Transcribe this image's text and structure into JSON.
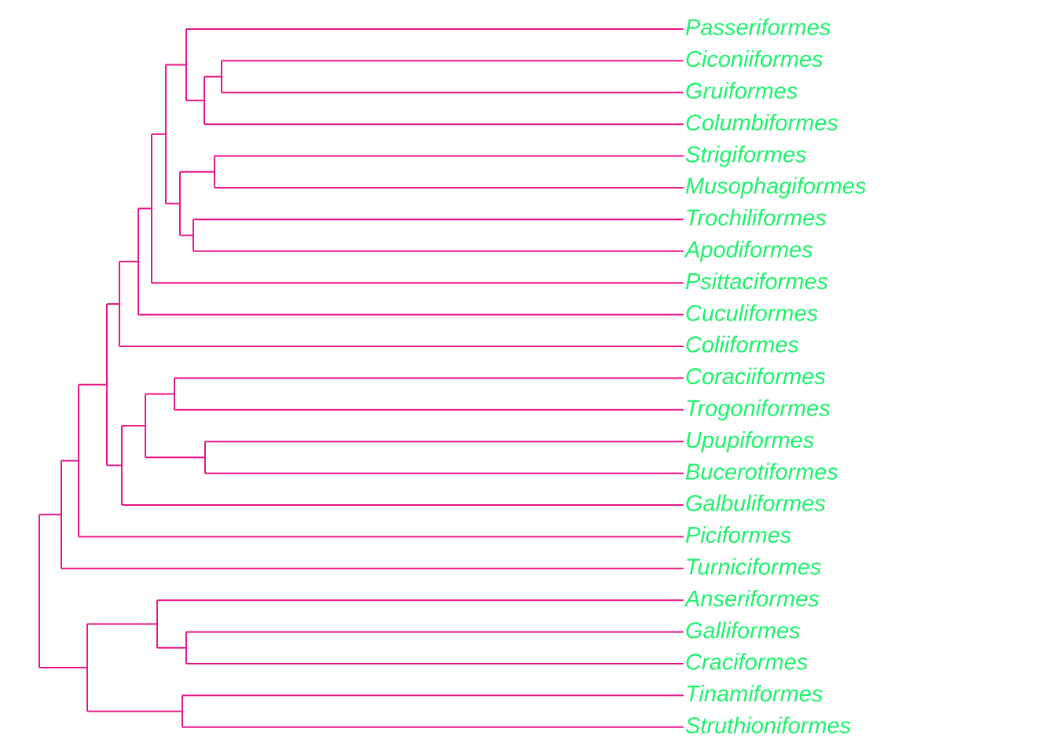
{
  "colors": {
    "branch": "#e8168a",
    "label": "#1ef26a",
    "background": "#ffffff"
  },
  "tree": {
    "name": "",
    "children": [
      {
        "name": "",
        "children": [
          {
            "name": "",
            "children": [
              {
                "name": "",
                "children": [
                  {
                    "name": "",
                    "children": [
                      {
                        "name": "",
                        "children": [
                          {
                            "name": "",
                            "children": [
                              {
                                "name": "",
                                "children": [
                                  {
                                    "name": "",
                                    "children": [
                                      {
                                        "name": "Passeriformes"
                                      },
                                      {
                                        "name": "",
                                        "children": [
                                          {
                                            "name": "",
                                            "children": [
                                              {
                                                "name": "Ciconiiformes"
                                              },
                                              {
                                                "name": "Gruiformes"
                                              }
                                            ]
                                          },
                                          {
                                            "name": "Columbiformes"
                                          }
                                        ]
                                      }
                                    ]
                                  },
                                  {
                                    "name": "",
                                    "children": [
                                      {
                                        "name": "",
                                        "children": [
                                          {
                                            "name": "Strigiformes"
                                          },
                                          {
                                            "name": "Musophagiformes"
                                          }
                                        ]
                                      },
                                      {
                                        "name": "",
                                        "children": [
                                          {
                                            "name": "Trochiliformes"
                                          },
                                          {
                                            "name": "Apodiformes"
                                          }
                                        ]
                                      }
                                    ]
                                  }
                                ]
                              },
                              {
                                "name": "Psittaciformes"
                              }
                            ]
                          },
                          {
                            "name": "Cuculiformes"
                          }
                        ]
                      },
                      {
                        "name": "Coliiformes"
                      }
                    ]
                  },
                  {
                    "name": "",
                    "children": [
                      {
                        "name": "",
                        "children": [
                          {
                            "name": "",
                            "children": [
                              {
                                "name": "Coraciiformes"
                              },
                              {
                                "name": "Trogoniformes"
                              }
                            ]
                          },
                          {
                            "name": "",
                            "children": [
                              {
                                "name": "Upupiformes"
                              },
                              {
                                "name": "Bucerotiformes"
                              }
                            ]
                          }
                        ]
                      },
                      {
                        "name": "Galbuliformes"
                      }
                    ]
                  }
                ]
              },
              {
                "name": "Piciformes"
              }
            ]
          },
          {
            "name": "Turniciformes"
          }
        ]
      },
      {
        "name": "",
        "children": [
          {
            "name": "",
            "children": [
              {
                "name": "Anseriformes"
              },
              {
                "name": "",
                "children": [
                  {
                    "name": "Galliformes"
                  },
                  {
                    "name": "Craciformes"
                  }
                ]
              }
            ]
          },
          {
            "name": "",
            "children": [
              {
                "name": "Tinamiformes"
              },
              {
                "name": "Struthioniformes"
              }
            ]
          }
        ]
      }
    ]
  }
}
